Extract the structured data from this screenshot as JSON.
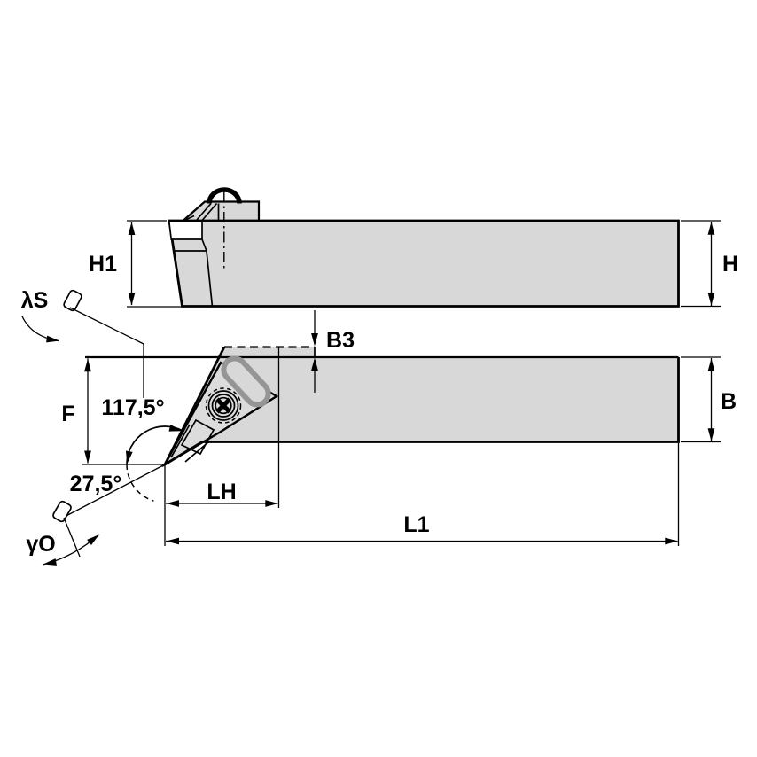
{
  "drawing": {
    "labels": {
      "shank_height": "H1",
      "height": "H",
      "insert_protrusion": "B3",
      "nose_offset": "F",
      "included_angle": "117,5°",
      "lead_angle": "27,5°",
      "head_length": "LH",
      "overall_length": "L1",
      "shank_width": "B",
      "inclination": "λS",
      "rake": "γO"
    },
    "colors": {
      "line": "#000000",
      "body_fill": "#d8d8d8",
      "insert_fill": "#dcdcdc",
      "pocket_fill": "#ffffff",
      "clamp_border": "#959595",
      "background": "#ffffff"
    }
  }
}
